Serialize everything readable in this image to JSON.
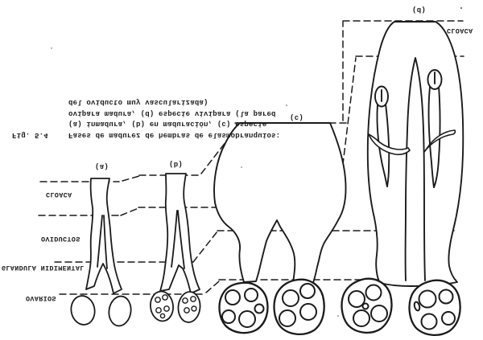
{
  "figure": {
    "caption": {
      "fig_label": "Fig. 5.4",
      "line1": "Fases de madurez de hembras de elasmobranquios:",
      "line2": "(a) inmadura, (b) en maduración, (c) especie",
      "line3": "ovípara madura, (d) especie vivípara (la pared",
      "line4": "del oviducto muy vascularizada)"
    },
    "labels": {
      "cloaca_left": "CLOACA",
      "oviductos": "OVIDUCTOS",
      "glandula_nidimental": "GLANDULA NIDIMENTAL",
      "ovarios": "OVARIOS",
      "cloaca_right": "CLOACA",
      "stage_a": "(a)",
      "stage_b": "(b)",
      "stage_c": "(c)",
      "stage_d": "(d)"
    },
    "colors": {
      "ink": "#1b1b1b",
      "paper": "#ffffff"
    }
  }
}
